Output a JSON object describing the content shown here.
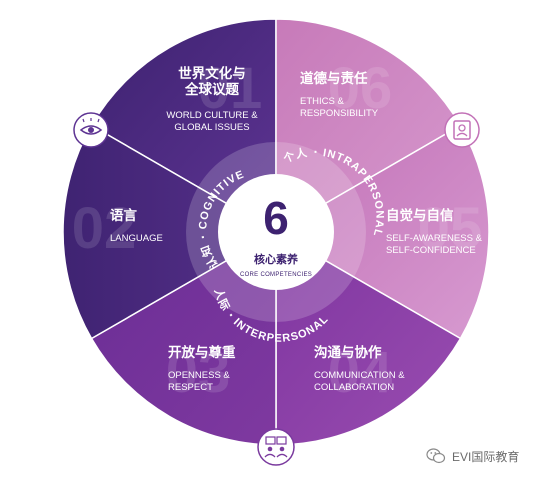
{
  "center": {
    "number": "6",
    "title_cn": "核心素养",
    "title_en": "CORE COMPETENCIES"
  },
  "ring": {
    "cognitive": {
      "cn": "认知 ·",
      "en": "COGNITIVE"
    },
    "intrapersonal": {
      "cn": "个人 ·",
      "en": "INTRAPERSONAL"
    },
    "interpersonal": {
      "cn": "人际 ·",
      "en": "INTERPERSONAL"
    }
  },
  "sectors": [
    {
      "id": "global",
      "number": "01",
      "cn": [
        "世界文化与",
        "全球议题"
      ],
      "en": [
        "WORLD CULTURE &",
        "GLOBAL ISSUES"
      ]
    },
    {
      "id": "ethics",
      "number": "06",
      "cn": [
        "道德与责任"
      ],
      "en": [
        "ETHICS &",
        "RESPONSIBILITY"
      ]
    },
    {
      "id": "self",
      "number": "05",
      "cn": [
        "自觉与自信"
      ],
      "en": [
        "SELF-AWARENESS &",
        "SELF-CONFIDENCE"
      ]
    },
    {
      "id": "communication",
      "number": "04",
      "cn": [
        "沟通与协作"
      ],
      "en": [
        "COMMUNICATION &",
        "COLLABORATION"
      ]
    },
    {
      "id": "openness",
      "number": "03",
      "cn": [
        "开放与尊重"
      ],
      "en": [
        "OPENNESS &",
        "RESPECT"
      ]
    },
    {
      "id": "language",
      "number": "02",
      "cn": [
        "语言"
      ],
      "en": [
        "LANGUAGE"
      ]
    }
  ],
  "icons": {
    "eye": "eye-icon",
    "id_card": "id-card-icon",
    "group": "group-icon"
  },
  "watermark": "EVI国际教育",
  "colors": {
    "cognitive_dark": "#4b2a7a",
    "cognitive_mid": "#5f3391",
    "intrapersonal_light": "#c271b7",
    "intrapersonal_pink": "#cf8ac7",
    "interpersonal": "#7a3a9e",
    "interpersonal_right": "#8e3fa6"
  }
}
